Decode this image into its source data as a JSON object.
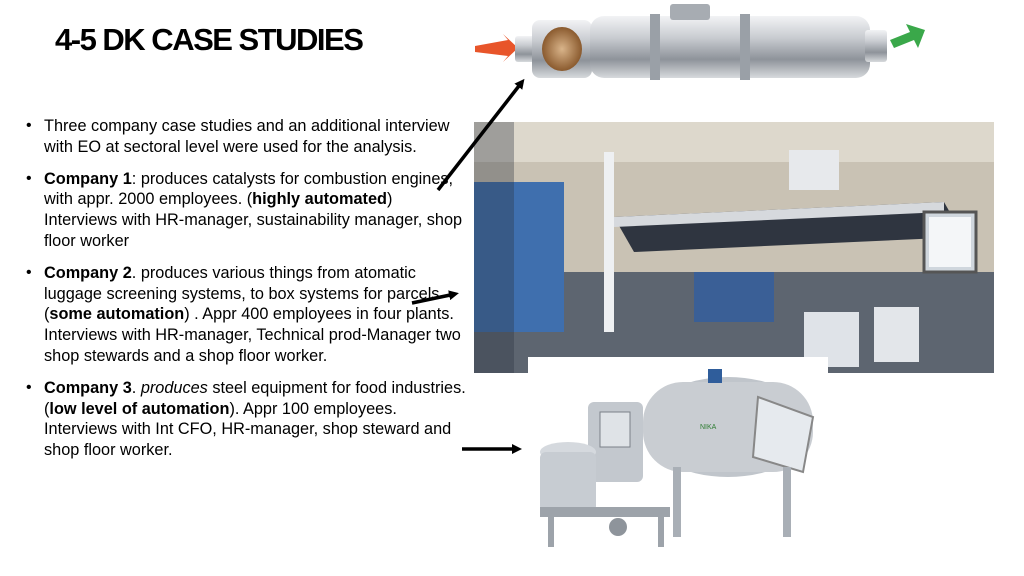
{
  "slide": {
    "title": "4-5 DK CASE STUDIES"
  },
  "bullets": [
    {
      "parts": [
        {
          "text": "Three company case studies and an additional interview with EO at sectoral level were used for the analysis.",
          "style": "normal"
        }
      ]
    },
    {
      "parts": [
        {
          "text": "Company 1",
          "style": "bold"
        },
        {
          "text": ": produces catalysts for combustion engines, with appr. 2000 employees. (",
          "style": "normal"
        },
        {
          "text": "highly automated",
          "style": "bold"
        },
        {
          "text": ") Interviews with HR-manager, sustainability manager, shop floor worker",
          "style": "normal"
        }
      ]
    },
    {
      "parts": [
        {
          "text": "Company 2",
          "style": "bold"
        },
        {
          "text": ". produces various things from atomatic luggage screening systems, to box systems for parcels (",
          "style": "normal"
        },
        {
          "text": "some automation",
          "style": "bold"
        },
        {
          "text": ") . Appr 400 employees in four plants. Interviews with HR-manager, Technical prod-Manager two shop stewards and  a shop floor worker.",
          "style": "normal"
        }
      ]
    },
    {
      "parts": [
        {
          "text": "Company 3",
          "style": "bold"
        },
        {
          "text": ". ",
          "style": "normal"
        },
        {
          "text": "produces",
          "style": "italic"
        },
        {
          "text": " steel equipment for food industries. (",
          "style": "normal"
        },
        {
          "text": "low level of automation",
          "style": "bold"
        },
        {
          "text": "). Appr 100 employees. Interviews with Int CFO, HR-manager, shop steward and shop floor worker.",
          "style": "normal"
        }
      ]
    }
  ],
  "images": {
    "catalyst": {
      "icon": "catalytic-converter-image"
    },
    "factory": {
      "icon": "factory-floor-image"
    },
    "steel": {
      "icon": "steel-tanks-image"
    },
    "tank_label": "NIKA"
  },
  "colors": {
    "arrow_red": "#e8552a",
    "arrow_green": "#3aa84a",
    "steel": "#b9bec4",
    "factory_floor": "#5d6570",
    "factory_wall": "#c9c2b4"
  }
}
